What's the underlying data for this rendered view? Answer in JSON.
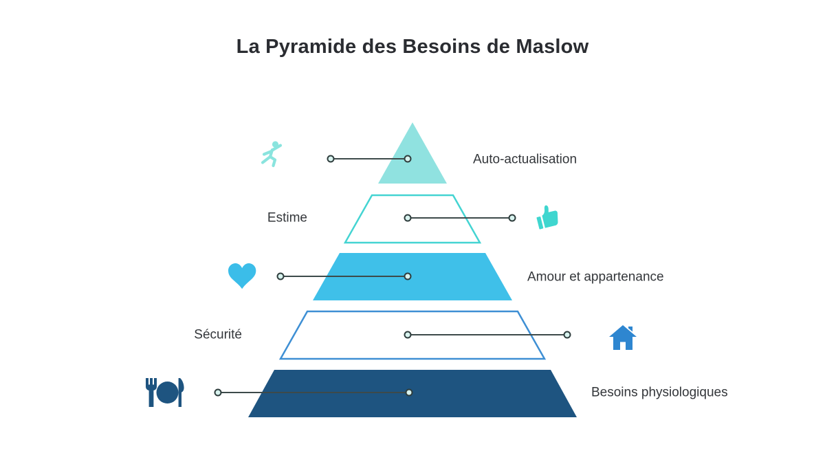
{
  "title": "La Pyramide des Besoins de Maslow",
  "diagram_type": "pyramid",
  "levels": [
    {
      "rank": 1,
      "label": "Auto-actualisation",
      "label_side": "right",
      "icon": "dancer-icon",
      "fill": "#90E2E0",
      "icon_color": "#8AE4DE"
    },
    {
      "rank": 2,
      "label": "Estime",
      "label_side": "left",
      "icon": "thumbs-up-icon",
      "fill": "#FFFFFF",
      "stroke": "#44D4D2",
      "icon_color": "#3FD6CF"
    },
    {
      "rank": 3,
      "label": "Amour et appartenance",
      "label_side": "right",
      "icon": "heart-icon",
      "fill": "#3FC0E9",
      "icon_color": "#3BBDE9"
    },
    {
      "rank": 4,
      "label": "Sécurité",
      "label_side": "left",
      "icon": "house-icon",
      "fill": "#FFFFFF",
      "stroke": "#3E8FD4",
      "icon_color": "#2E86D0"
    },
    {
      "rank": 5,
      "label": "Besoins physiologiques",
      "label_side": "right",
      "icon": "plate-icon",
      "fill": "#1E5480",
      "icon_color": "#1E5480"
    }
  ],
  "connector": {
    "line_color": "#3D4A4A",
    "dot_fill": "#D8F3EF",
    "dot_stroke": "#2F3D3D"
  },
  "colors": {
    "background": "#FFFFFF",
    "title_text": "#2A2C31",
    "label_text": "#33363A",
    "white": "#FFFFFF"
  }
}
